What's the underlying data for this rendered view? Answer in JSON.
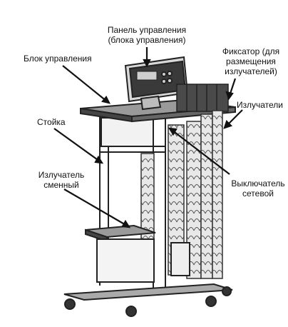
{
  "labels": {
    "control_panel": "Панель управления\n(блока управления)",
    "control_unit": "Блок управления",
    "fixator": "Фиксатор (для\nразмещения\nизлучателей)",
    "emitters": "Излучатели",
    "stand": "Стойка",
    "replaceable_emitter": "Излучатель\nсменный",
    "mains_switch": "Выключатель\nсетевой"
  },
  "colors": {
    "ink": "#111111",
    "panel_dark": "#3a3a3a",
    "panel_light": "#d8d8d8"
  }
}
